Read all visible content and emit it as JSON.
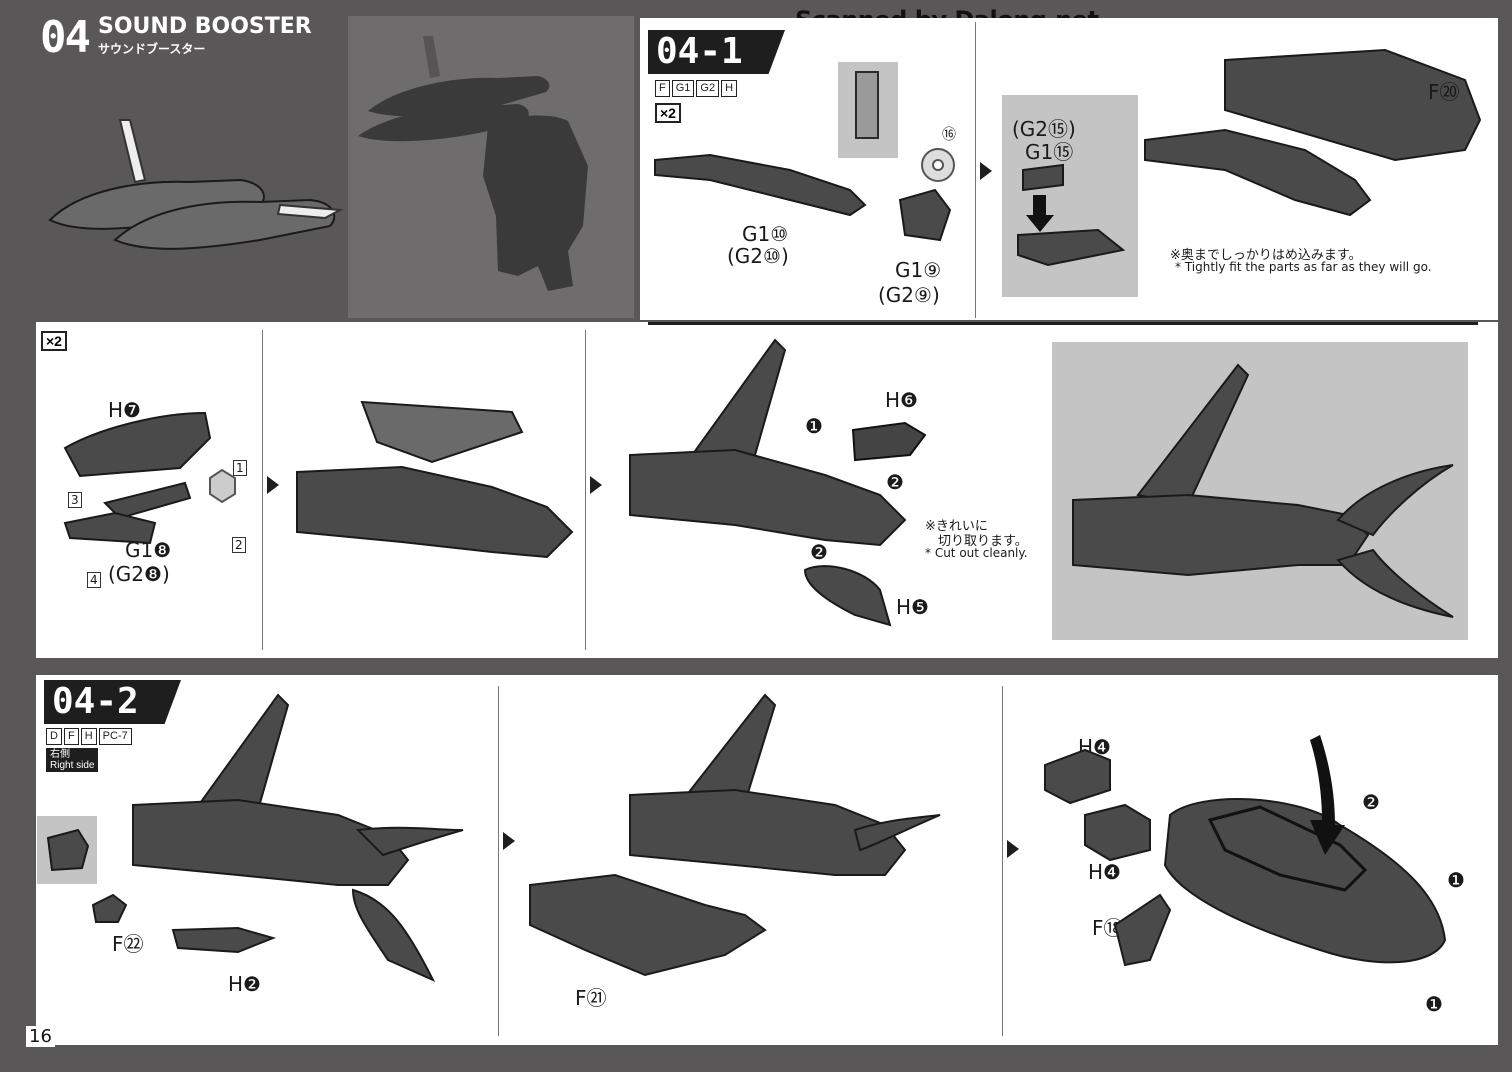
{
  "header": {
    "step_number": "04",
    "title": "SOUND BOOSTER",
    "subtitle_jp": "サウンドブースター",
    "watermark": "Scanned by Dalong.net"
  },
  "step_04_1": {
    "title": "04-1",
    "runners": [
      "F",
      "G1",
      "G2",
      "H"
    ],
    "quantity": "×2",
    "labels": {
      "g1_10": "G1⑩",
      "g2_10": "(G2⑩)",
      "g1_9": "G1⑨",
      "g2_9": "(G2⑨)",
      "sticker_16": "⑯",
      "g2_15": "(G2⑮)",
      "g1_15": "G1⑮",
      "f20": "F⑳"
    },
    "note_jp": "※奥までしっかりはめ込みます。",
    "note_en": "* Tightly fit the parts as far as they will go."
  },
  "step_mid": {
    "quantity": "×2",
    "labels": {
      "h7": "H❼",
      "g1_8": "G1❽",
      "g2_8": "(G2❽)",
      "s1": "1",
      "s2": "2",
      "s3": "3",
      "s4": "4",
      "h6": "H❻",
      "h5": "H❺",
      "a1": "❶",
      "a2a": "❷",
      "a2b": "❷"
    },
    "note_jp_1": "※きれいに",
    "note_jp_2": "切り取ります。",
    "note_en": "* Cut out cleanly."
  },
  "step_04_2": {
    "title": "04-2",
    "runners": [
      "D",
      "F",
      "H",
      "PC-7"
    ],
    "side_jp": "右側",
    "side_en": "Right side",
    "labels": {
      "f22": "F㉒",
      "h2": "H❷",
      "f21": "F㉑",
      "h4a": "H❹",
      "h4b": "H❹",
      "f18": "F⑱",
      "a2": "❷",
      "a1a": "❶",
      "a1b": "❶"
    }
  },
  "page_number": "16"
}
